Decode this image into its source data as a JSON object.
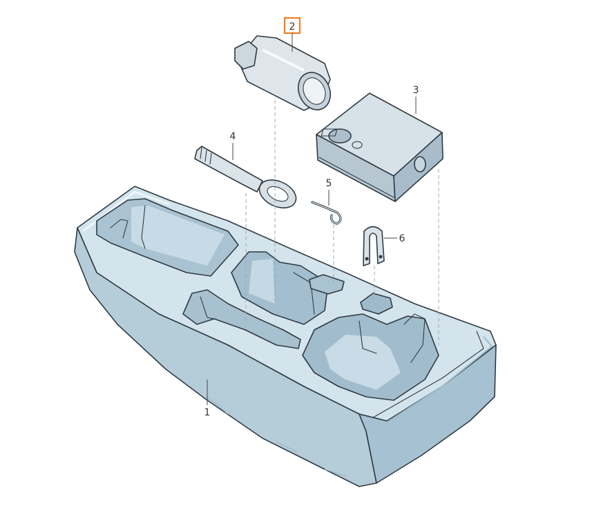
{
  "callouts": {
    "part_1": "1",
    "part_2": "2",
    "part_3": "3",
    "part_4": "4",
    "part_5": "5",
    "part_6": "6"
  },
  "colors": {
    "highlight": "#f07d22",
    "foam_face": "#cfe0ea",
    "foam_side": "#b2cbd9",
    "foam_dark": "#9db8c8",
    "foam_light": "#e2edf3",
    "compressor_top": "#d7e2ea",
    "compressor_side": "#b9c9d4",
    "metal": "#dde4e9",
    "outline": "#2f3a42"
  }
}
